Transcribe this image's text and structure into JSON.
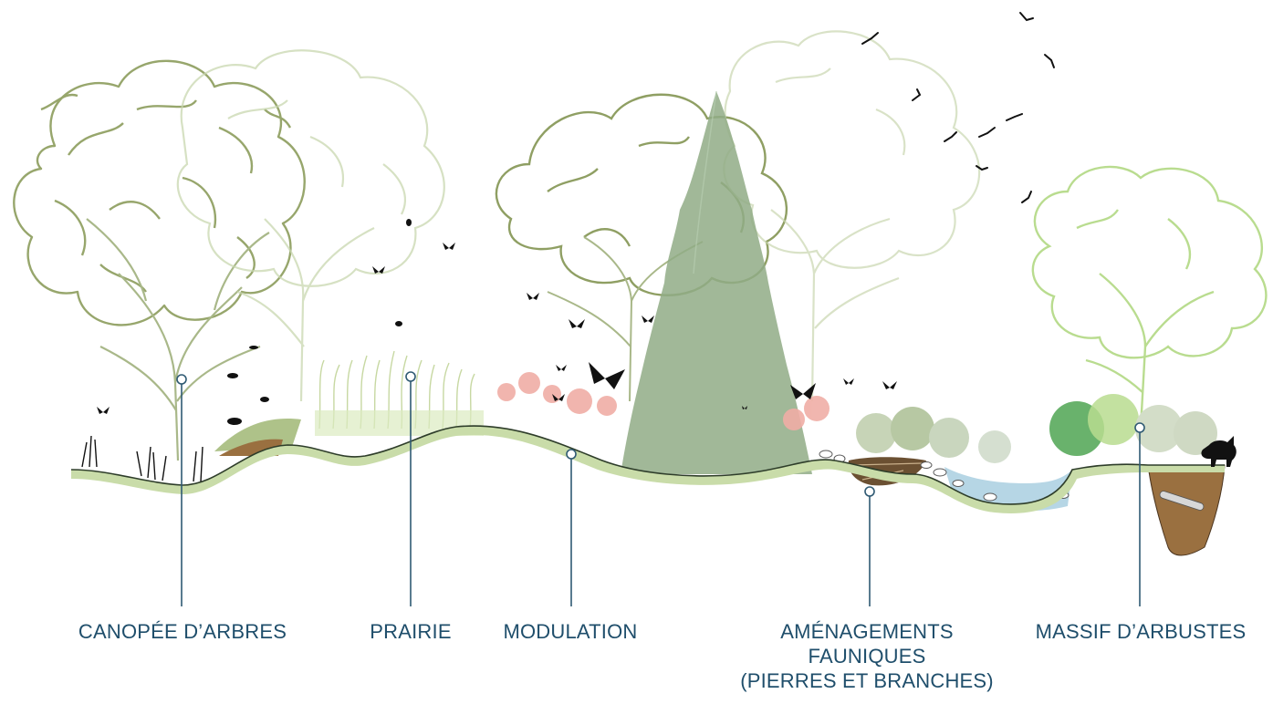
{
  "colors": {
    "label_text": "#1f4e6b",
    "leader_line": "#2f5a73",
    "canopy_dark": "#97a66c",
    "canopy_light": "#c9d7b0",
    "conifer": "#90ab86",
    "shrub_light": "#b9dc8f",
    "shrub_dark": "#3f9a46",
    "ground_band": "#c9dca9",
    "ground_line": "#2e3d2a",
    "flowers_pink": "#f0aea6",
    "pond_water": "#a9cfe0",
    "soil_brown": "#9a7040",
    "silhouettes": "#111111"
  },
  "icons": {
    "birds": "bird-silhouette-icon",
    "butterflies": "butterfly-silhouette-icon",
    "insects": "insect-silhouette-icon",
    "fox": "fox-silhouette-icon",
    "stones": "stone-icon",
    "branches": "branch-pile-icon"
  },
  "labels": {
    "canopy": "CANOPÉE D’ARBRES",
    "prairie": "PRAIRIE",
    "modulation": "MODULATION",
    "fauna_line1": "AMÉNAGEMENTS",
    "fauna_line2": "FAUNIQUES",
    "fauna_line3": "(PIERRES ET BRANCHES)",
    "shrubs": "MASSIF D’ARBUSTES"
  }
}
